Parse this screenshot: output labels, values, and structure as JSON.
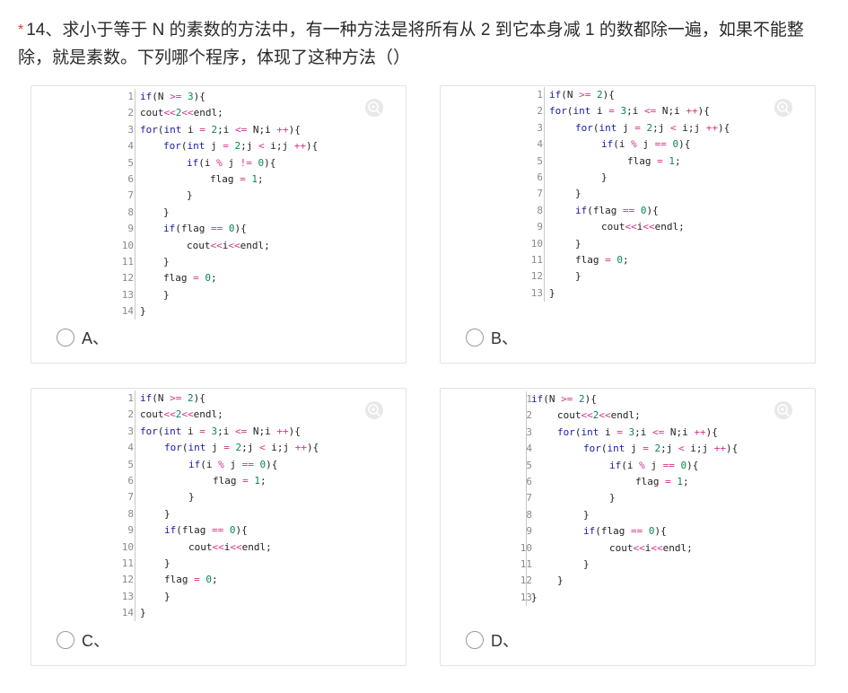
{
  "question": {
    "required_mark": "*",
    "text": "14、求小于等于 N 的素数的方法中，有一种方法是将所有从 2 到它本身减 1 的数都除一遍，如果不能整除，就是素数。下列哪个程序，体现了这种方法（）"
  },
  "options": [
    {
      "label": "A、",
      "lines": [
        {
          "n": "1",
          "i": 0,
          "t": "if(N >= 3){"
        },
        {
          "n": "2",
          "i": 0,
          "t": "cout<<2<<endl;"
        },
        {
          "n": "3",
          "i": 0,
          "t": "for(int i = 2;i <= N;i ++){"
        },
        {
          "n": "4",
          "i": 1,
          "t": "for(int j = 2;j < i;j ++){"
        },
        {
          "n": "5",
          "i": 2,
          "t": "if(i % j != 0){"
        },
        {
          "n": "6",
          "i": 3,
          "t": "flag = 1;"
        },
        {
          "n": "7",
          "i": 2,
          "t": "}"
        },
        {
          "n": "8",
          "i": 1,
          "t": "}"
        },
        {
          "n": "9",
          "i": 1,
          "t": "if(flag == 0){"
        },
        {
          "n": "10",
          "i": 2,
          "t": "cout<<i<<endl;"
        },
        {
          "n": "11",
          "i": 1,
          "t": "}"
        },
        {
          "n": "12",
          "i": 1,
          "t": "flag = 0;"
        },
        {
          "n": "13",
          "i": 1,
          "t": "}"
        },
        {
          "n": "14",
          "i": 0,
          "t": "}"
        }
      ]
    },
    {
      "label": "B、",
      "lines": [
        {
          "n": "1",
          "i": 0,
          "t": "if(N >= 2){"
        },
        {
          "n": "2",
          "i": 0,
          "t": "for(int i = 3;i <= N;i ++){"
        },
        {
          "n": "3",
          "i": 1,
          "t": "for(int j = 2;j < i;j ++){"
        },
        {
          "n": "4",
          "i": 2,
          "t": "if(i % j == 0){"
        },
        {
          "n": "5",
          "i": 3,
          "t": "flag = 1;"
        },
        {
          "n": "6",
          "i": 2,
          "t": "}"
        },
        {
          "n": "7",
          "i": 1,
          "t": "}"
        },
        {
          "n": "8",
          "i": 1,
          "t": "if(flag == 0){"
        },
        {
          "n": "9",
          "i": 2,
          "t": "cout<<i<<endl;"
        },
        {
          "n": "10",
          "i": 1,
          "t": "}"
        },
        {
          "n": "11",
          "i": 1,
          "t": "flag = 0;"
        },
        {
          "n": "12",
          "i": 1,
          "t": "}"
        },
        {
          "n": "13",
          "i": 0,
          "t": "}"
        }
      ]
    },
    {
      "label": "C、",
      "lines": [
        {
          "n": "1",
          "i": 0,
          "t": "if(N >= 2){"
        },
        {
          "n": "2",
          "i": 0,
          "t": "cout<<2<<endl;"
        },
        {
          "n": "3",
          "i": 0,
          "t": "for(int i = 3;i <= N;i ++){"
        },
        {
          "n": "4",
          "i": 1,
          "t": "for(int j = 2;j < i;j ++){"
        },
        {
          "n": "5",
          "i": 2,
          "t": "if(i % j == 0){"
        },
        {
          "n": "6",
          "i": 3,
          "t": "flag = 1;"
        },
        {
          "n": "7",
          "i": 2,
          "t": "}"
        },
        {
          "n": "8",
          "i": 1,
          "t": "}"
        },
        {
          "n": "9",
          "i": 1,
          "t": "if(flag == 0){"
        },
        {
          "n": "10",
          "i": 2,
          "t": "cout<<i<<endl;"
        },
        {
          "n": "11",
          "i": 1,
          "t": "}"
        },
        {
          "n": "12",
          "i": 1,
          "t": "flag = 0;"
        },
        {
          "n": "13",
          "i": 1,
          "t": "}"
        },
        {
          "n": "14",
          "i": 0,
          "t": "}"
        }
      ]
    },
    {
      "label": "D、",
      "lines": [
        {
          "n": "1",
          "i": 0,
          "t": "if(N >= 2){"
        },
        {
          "n": "2",
          "i": 1,
          "t": "cout<<2<<endl;"
        },
        {
          "n": "3",
          "i": 1,
          "t": "for(int i = 3;i <= N;i ++){"
        },
        {
          "n": "4",
          "i": 2,
          "t": "for(int j = 2;j < i;j ++){"
        },
        {
          "n": "5",
          "i": 3,
          "t": "if(i % j == 0){"
        },
        {
          "n": "6",
          "i": 4,
          "t": "flag = 1;"
        },
        {
          "n": "7",
          "i": 3,
          "t": "}"
        },
        {
          "n": "8",
          "i": 2,
          "t": "}"
        },
        {
          "n": "9",
          "i": 2,
          "t": "if(flag == 0){"
        },
        {
          "n": "10",
          "i": 3,
          "t": "cout<<i<<endl;"
        },
        {
          "n": "11",
          "i": 2,
          "t": "}"
        },
        {
          "n": "12",
          "i": 1,
          "t": "}"
        },
        {
          "n": "13",
          "i": 0,
          "t": "}"
        }
      ]
    }
  ],
  "icons": {
    "zoom": "zoom-in-icon",
    "option": "radio-button"
  },
  "colors": {
    "required": "#e4393c",
    "keyword": "#1a1aa6",
    "operator": "#d63384",
    "number": "#098658"
  }
}
